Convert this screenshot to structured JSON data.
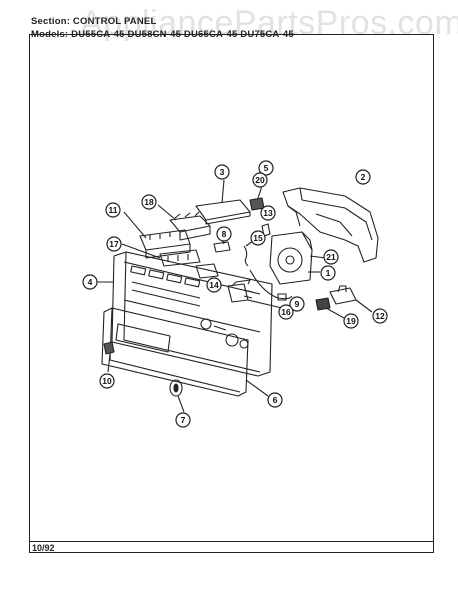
{
  "header": {
    "section": "Section: CONTROL PANEL",
    "models": "Models: DU55CA-45  DU58CN-45  DU65CA-45  DU75CA-45"
  },
  "watermark": "AppliancePartsPros.com",
  "footer": {
    "date": "10/92"
  },
  "callouts": {
    "c1": "1",
    "c2": "2",
    "c3": "3",
    "c4": "4",
    "c5": "5",
    "c6": "6",
    "c7": "7",
    "c8": "8",
    "c9": "9",
    "c10": "10",
    "c11": "11",
    "c12": "12",
    "c13": "13",
    "c14": "14",
    "c15": "15",
    "c16": "16",
    "c17": "17",
    "c18": "18",
    "c19": "19",
    "c20": "20",
    "c21": "21"
  }
}
